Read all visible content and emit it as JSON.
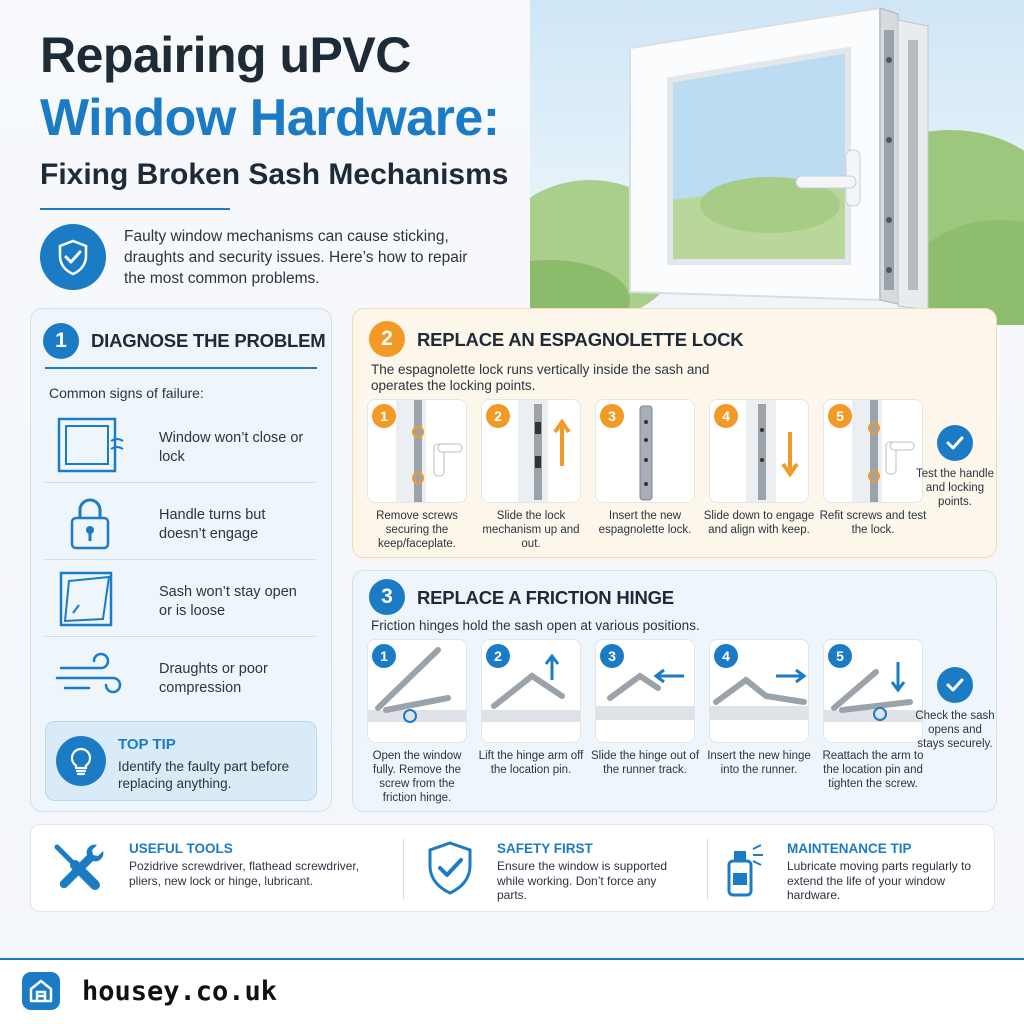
{
  "header": {
    "title_line1": "Repairing uPVC",
    "title_line2": "Window Hardware:",
    "subtitle": "Fixing Broken Sash Mechanisms",
    "intro": "Faulty window mechanisms can cause sticking, draughts and security issues. Here’s how to repair the most common problems."
  },
  "section1": {
    "number": "1",
    "title": "DIAGNOSE THE PROBLEM",
    "subheading": "Common signs of failure:",
    "signs": [
      {
        "icon": "window-frame-icon",
        "text": "Window won’t close or lock"
      },
      {
        "icon": "padlock-icon",
        "text": "Handle turns but doesn’t engage"
      },
      {
        "icon": "open-sash-icon",
        "text": "Sash won’t stay open or is loose"
      },
      {
        "icon": "draught-wind-icon",
        "text": "Draughts or poor compression"
      }
    ],
    "tip": {
      "icon": "lightbulb-icon",
      "title": "TOP TIP",
      "text": "Identify the faulty part before replacing anything."
    }
  },
  "section2": {
    "number": "2",
    "title": "REPLACE AN ESPAGNOLETTE LOCK",
    "description": "The espagnolette lock runs vertically inside the sash and operates the locking points.",
    "steps": [
      {
        "n": "1",
        "text": "Remove screws securing the keep/faceplate."
      },
      {
        "n": "2",
        "text": "Slide the lock mechanism up and out."
      },
      {
        "n": "3",
        "text": "Insert the new espagnolette lock."
      },
      {
        "n": "4",
        "text": "Slide down to engage and align with keep."
      },
      {
        "n": "5",
        "text": "Refit screws and test the lock."
      }
    ],
    "final": "Test the handle and locking points."
  },
  "section3": {
    "number": "3",
    "title": "REPLACE A FRICTION HINGE",
    "description": "Friction hinges hold the sash open at various positions.",
    "steps": [
      {
        "n": "1",
        "text": "Open the window fully. Remove the screw from the friction hinge."
      },
      {
        "n": "2",
        "text": "Lift the hinge arm off the location pin."
      },
      {
        "n": "3",
        "text": "Slide the hinge out of the runner track."
      },
      {
        "n": "4",
        "text": "Insert the new hinge into the runner."
      },
      {
        "n": "5",
        "text": "Reattach the arm to the location pin and tighten the screw."
      }
    ],
    "final": "Check the sash opens and stays securely."
  },
  "tools": {
    "icon": "screwdriver-wrench-icon",
    "title": "USEFUL TOOLS",
    "text": "Pozidrive screwdriver, flathead screwdriver, pliers, new lock or hinge, lubricant."
  },
  "safety": {
    "icon": "shield-check-icon",
    "title": "SAFETY FIRST",
    "text": "Ensure the window is supported while working. Don’t force any parts."
  },
  "maintenance": {
    "icon": "spray-can-icon",
    "title": "MAINTENANCE TIP",
    "text": "Lubricate moving parts regularly to extend the life of your window hardware."
  },
  "footer": {
    "logo_icon": "house-logo-icon",
    "site": "housey.co.uk"
  },
  "colors": {
    "accent_blue": "#1b7cc5",
    "accent_orange": "#f19a26",
    "text_dark": "#1f2a37"
  }
}
